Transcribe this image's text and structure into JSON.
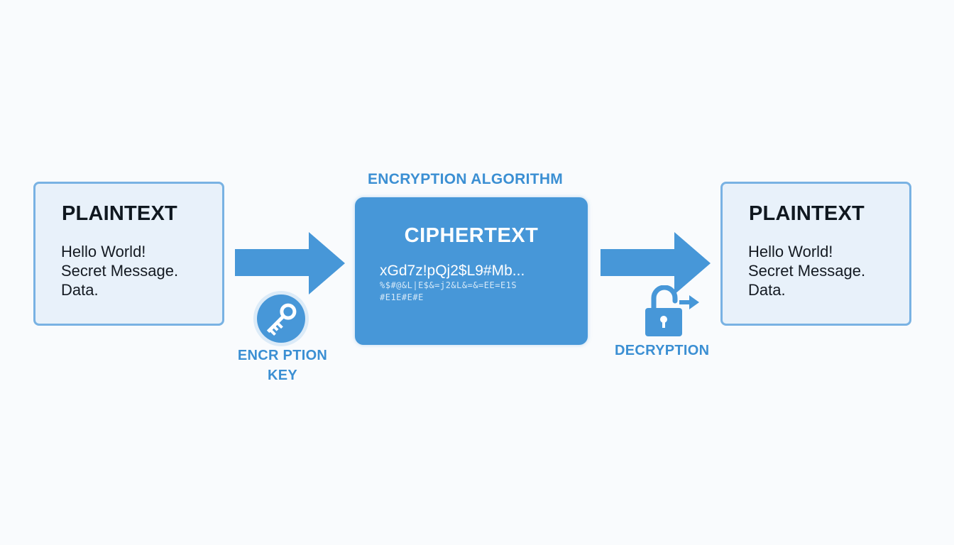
{
  "colors": {
    "background": "#f9fbfd",
    "box_fill": "#e8f1fa",
    "box_border": "#79b2e3",
    "accent": "#4797d8",
    "label_blue": "#3b8fd3",
    "text_dark": "#101820"
  },
  "input_box": {
    "title": "PLAINTEXT",
    "lines": [
      "Hello World!",
      "Secret Message.",
      "Data."
    ]
  },
  "algorithm": {
    "label": "ENCRYPTION ALGORITHM",
    "title": "CIPHERTEXT",
    "cipher_line": "xGd7z!pQj2$L9#Mb...",
    "garbled_lines": [
      "%$#@&L|E$&=j2&L&=&=EE=E1S",
      "#E1E#E#E"
    ]
  },
  "key": {
    "icon": "key-icon",
    "label_line1": "ENCR PTION",
    "label_line2": "KEY"
  },
  "decryption": {
    "icon": "unlocked-padlock-icon",
    "label": "DECRYPTION"
  },
  "output_box": {
    "title": "PLAINTEXT",
    "lines": [
      "Hello World!",
      "Secret Message.",
      "Data."
    ]
  }
}
